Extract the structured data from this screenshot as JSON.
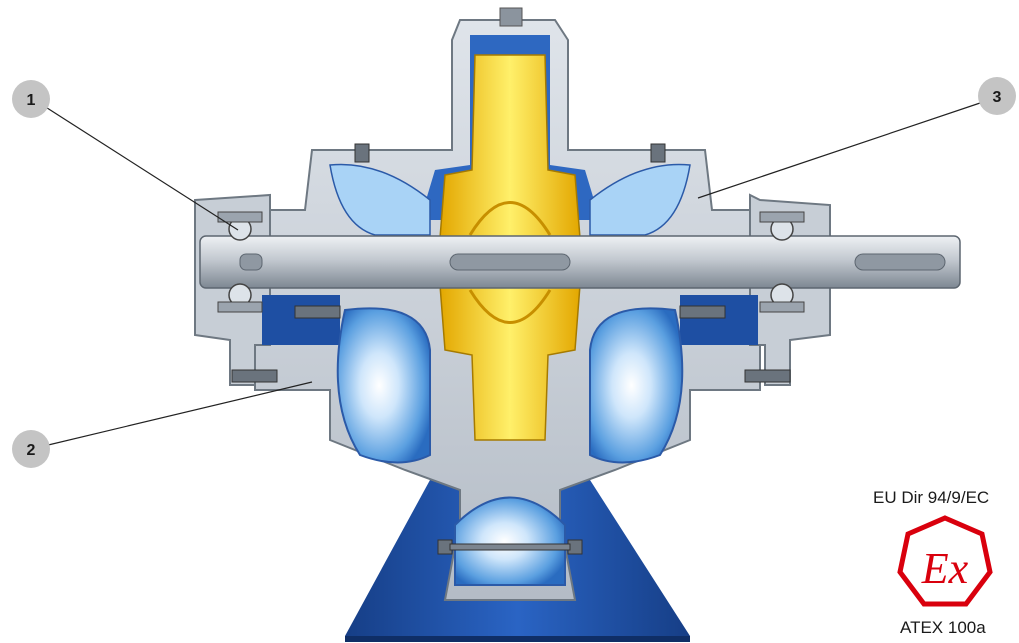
{
  "callouts": [
    {
      "id": "1",
      "label": "1"
    },
    {
      "id": "2",
      "label": "2"
    },
    {
      "id": "3",
      "label": "3"
    }
  ],
  "certification": {
    "directive": "EU Dir 94/9/EC",
    "mark": "Ex",
    "standard": "ATEX 100a",
    "mark_color": "#d9000d"
  },
  "colors": {
    "base_blue": "#1e4fa3",
    "casing_grey": "#c9d0d8",
    "impeller_yellow": "#f4cc1a",
    "water_blue": "#9ccbf0",
    "shaft_grey": "#b8bfc7"
  }
}
